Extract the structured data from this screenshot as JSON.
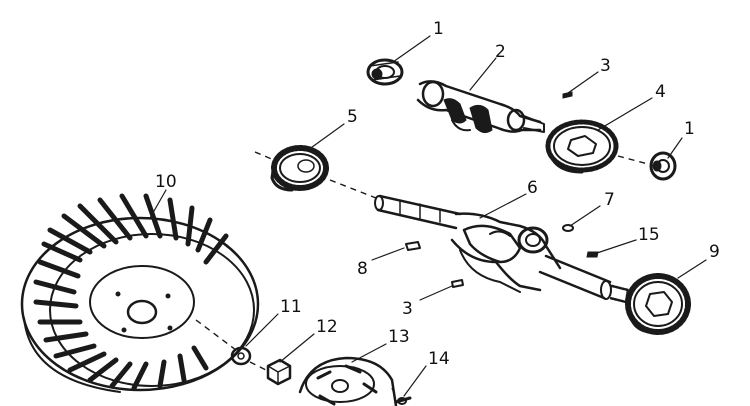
{
  "callouts": [
    {
      "id": "c1a",
      "label": "1"
    },
    {
      "id": "c2",
      "label": "2"
    },
    {
      "id": "c3a",
      "label": "3"
    },
    {
      "id": "c4",
      "label": "4"
    },
    {
      "id": "c1b",
      "label": "1"
    },
    {
      "id": "c5",
      "label": "5"
    },
    {
      "id": "c10",
      "label": "10"
    },
    {
      "id": "c6",
      "label": "6"
    },
    {
      "id": "c7",
      "label": "7"
    },
    {
      "id": "c15",
      "label": "15"
    },
    {
      "id": "c9",
      "label": "9"
    },
    {
      "id": "c8",
      "label": "8"
    },
    {
      "id": "c3b",
      "label": "3"
    },
    {
      "id": "c11",
      "label": "11"
    },
    {
      "id": "c12",
      "label": "12"
    },
    {
      "id": "c13",
      "label": "13"
    },
    {
      "id": "c14",
      "label": "14"
    }
  ],
  "colors": {
    "ink": "#1a1a1a",
    "background": "#ffffff"
  }
}
